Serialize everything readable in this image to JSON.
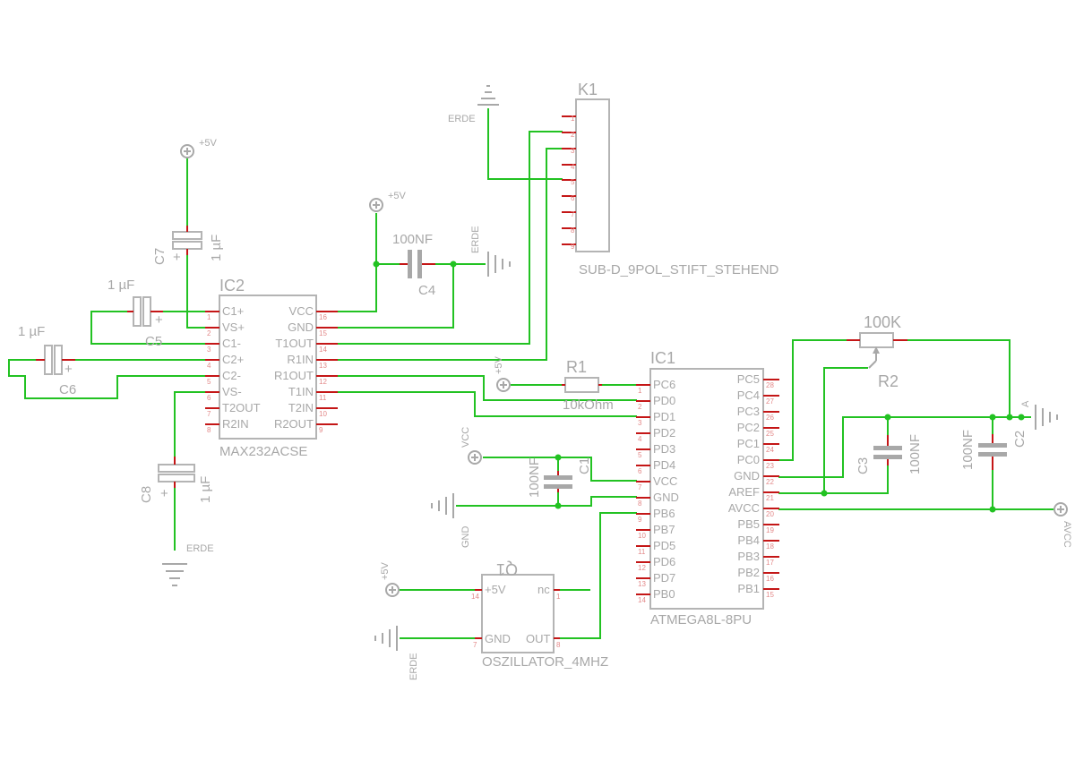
{
  "labels": {
    "p5v": "+5V",
    "vcc": "VCC",
    "gnd": "GND",
    "erde": "ERDE",
    "avcc": "AVCC",
    "a": "A"
  },
  "k1": {
    "name": "K1",
    "value": "SUB-D_9POL_STIFT_STEHEND",
    "pins": [
      "1",
      "2",
      "3",
      "4",
      "5",
      "6",
      "7",
      "8",
      "9"
    ]
  },
  "ic2": {
    "name": "IC2",
    "value": "MAX232ACSE",
    "left_pins": [
      {
        "name": "C1+",
        "num": "1"
      },
      {
        "name": "VS+",
        "num": "2"
      },
      {
        "name": "C1-",
        "num": "3"
      },
      {
        "name": "C2+",
        "num": "4"
      },
      {
        "name": "C2-",
        "num": "5"
      },
      {
        "name": "VS-",
        "num": "6"
      },
      {
        "name": "T2OUT",
        "num": "7"
      },
      {
        "name": "R2IN",
        "num": "8"
      }
    ],
    "right_pins": [
      {
        "name": "VCC",
        "num": "16"
      },
      {
        "name": "GND",
        "num": "15"
      },
      {
        "name": "T1OUT",
        "num": "14"
      },
      {
        "name": "R1IN",
        "num": "13"
      },
      {
        "name": "R1OUT",
        "num": "12"
      },
      {
        "name": "T1IN",
        "num": "11"
      },
      {
        "name": "T2IN",
        "num": "10"
      },
      {
        "name": "R2OUT",
        "num": "9"
      }
    ]
  },
  "ic1": {
    "name": "IC1",
    "value": "ATMEGA8L-8PU",
    "left_pins": [
      {
        "name": "PC6",
        "num": "1"
      },
      {
        "name": "PD0",
        "num": "2"
      },
      {
        "name": "PD1",
        "num": "3"
      },
      {
        "name": "PD2",
        "num": "4"
      },
      {
        "name": "PD3",
        "num": "5"
      },
      {
        "name": "PD4",
        "num": "6"
      },
      {
        "name": "VCC",
        "num": "7"
      },
      {
        "name": "GND",
        "num": "8"
      },
      {
        "name": "PB6",
        "num": "9"
      },
      {
        "name": "PB7",
        "num": "10"
      },
      {
        "name": "PD5",
        "num": "11"
      },
      {
        "name": "PD6",
        "num": "12"
      },
      {
        "name": "PD7",
        "num": "13"
      },
      {
        "name": "PB0",
        "num": "14"
      }
    ],
    "right_pins": [
      {
        "name": "PC5",
        "num": "28"
      },
      {
        "name": "PC4",
        "num": "27"
      },
      {
        "name": "PC3",
        "num": "26"
      },
      {
        "name": "PC2",
        "num": "25"
      },
      {
        "name": "PC1",
        "num": "24"
      },
      {
        "name": "PC0",
        "num": "23"
      },
      {
        "name": "GND",
        "num": "22"
      },
      {
        "name": "AREF",
        "num": "21"
      },
      {
        "name": "AVCC",
        "num": "20"
      },
      {
        "name": "PB5",
        "num": "19"
      },
      {
        "name": "PB4",
        "num": "18"
      },
      {
        "name": "PB3",
        "num": "17"
      },
      {
        "name": "PB2",
        "num": "16"
      },
      {
        "name": "PB1",
        "num": "15"
      }
    ]
  },
  "q1": {
    "name": "Q1",
    "value": "OSZILLATOR_4MHZ",
    "pins": {
      "p5v": "+5V",
      "p5v_num": "14",
      "nc": "nc",
      "nc_num": "1",
      "gnd": "GND",
      "gnd_num": "7",
      "out": "OUT",
      "out_num": "8"
    }
  },
  "parts": {
    "r1": {
      "name": "R1",
      "value": "10kOhm"
    },
    "r2": {
      "name": "R2",
      "value": "100K"
    },
    "c1": {
      "name": "C1",
      "value": "100NF"
    },
    "c2": {
      "name": "C2",
      "value": "100NF"
    },
    "c3": {
      "name": "C3",
      "value": "100NF"
    },
    "c4": {
      "name": "C4",
      "value": "100NF"
    },
    "c5": {
      "name": "C5",
      "value": "1 µF"
    },
    "c6": {
      "name": "C6",
      "value": "1 µF"
    },
    "c7": {
      "name": "C7",
      "value": "1 µF"
    },
    "c8": {
      "name": "C8",
      "value": "1 µF"
    }
  }
}
